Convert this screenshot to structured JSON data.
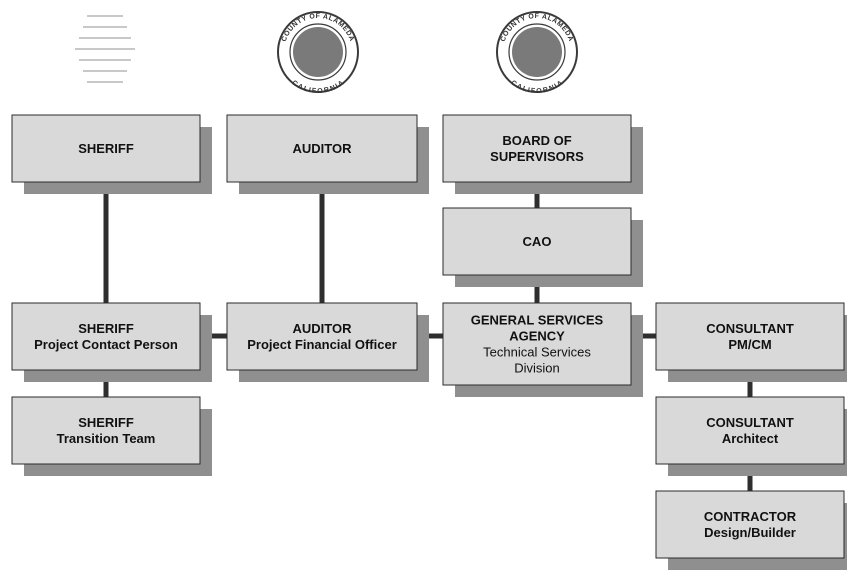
{
  "seals": [
    {
      "name": "seal-faded-left",
      "style": "faded",
      "text": ""
    },
    {
      "name": "seal-county-center",
      "style": "county",
      "text_top": "COUNTY OF ALAMEDA",
      "text_bottom": "CALIFORNIA"
    },
    {
      "name": "seal-county-right",
      "style": "county",
      "text_top": "COUNTY OF ALAMEDA",
      "text_bottom": "CALIFORNIA"
    }
  ],
  "boxes": [
    {
      "id": "sheriff",
      "lines": [
        {
          "text": "SHERIFF",
          "bold": true
        }
      ]
    },
    {
      "id": "auditor",
      "lines": [
        {
          "text": "AUDITOR",
          "bold": true
        }
      ]
    },
    {
      "id": "board-of-supervisors",
      "lines": [
        {
          "text": "BOARD OF",
          "bold": true
        },
        {
          "text": "SUPERVISORS",
          "bold": true
        }
      ]
    },
    {
      "id": "cao",
      "lines": [
        {
          "text": "CAO",
          "bold": true
        }
      ]
    },
    {
      "id": "sheriff-project-contact",
      "lines": [
        {
          "text": "SHERIFF",
          "bold": true
        },
        {
          "text": "Project Contact Person",
          "bold": true
        }
      ]
    },
    {
      "id": "auditor-project-financial",
      "lines": [
        {
          "text": "AUDITOR",
          "bold": true
        },
        {
          "text": "Project Financial Officer",
          "bold": true
        }
      ]
    },
    {
      "id": "general-services-agency",
      "lines": [
        {
          "text": "GENERAL SERVICES",
          "bold": true
        },
        {
          "text": "AGENCY",
          "bold": true
        },
        {
          "text": "Technical Services",
          "bold": false
        },
        {
          "text": "Division",
          "bold": false
        }
      ]
    },
    {
      "id": "consultant-pm-cm",
      "lines": [
        {
          "text": "CONSULTANT",
          "bold": true
        },
        {
          "text": "PM/CM",
          "bold": true
        }
      ]
    },
    {
      "id": "sheriff-transition-team",
      "lines": [
        {
          "text": "SHERIFF",
          "bold": true
        },
        {
          "text": "Transition Team",
          "bold": true
        }
      ]
    },
    {
      "id": "consultant-architect",
      "lines": [
        {
          "text": "CONSULTANT",
          "bold": true
        },
        {
          "text": "Architect",
          "bold": true
        }
      ]
    },
    {
      "id": "contractor-design-builder",
      "lines": [
        {
          "text": "CONTRACTOR",
          "bold": true
        },
        {
          "text": "Design/Builder",
          "bold": true
        }
      ]
    }
  ],
  "connections": [
    {
      "from": "sheriff",
      "to": "sheriff-project-contact"
    },
    {
      "from": "auditor",
      "to": "auditor-project-financial"
    },
    {
      "from": "board-of-supervisors",
      "to": "cao"
    },
    {
      "from": "cao",
      "to": "general-services-agency"
    },
    {
      "from": "sheriff-project-contact",
      "to": "auditor-project-financial"
    },
    {
      "from": "auditor-project-financial",
      "to": "general-services-agency"
    },
    {
      "from": "general-services-agency",
      "to": "consultant-pm-cm"
    },
    {
      "from": "sheriff-project-contact",
      "to": "sheriff-transition-team"
    },
    {
      "from": "consultant-pm-cm",
      "to": "consultant-architect"
    },
    {
      "from": "consultant-architect",
      "to": "contractor-design-builder"
    }
  ]
}
